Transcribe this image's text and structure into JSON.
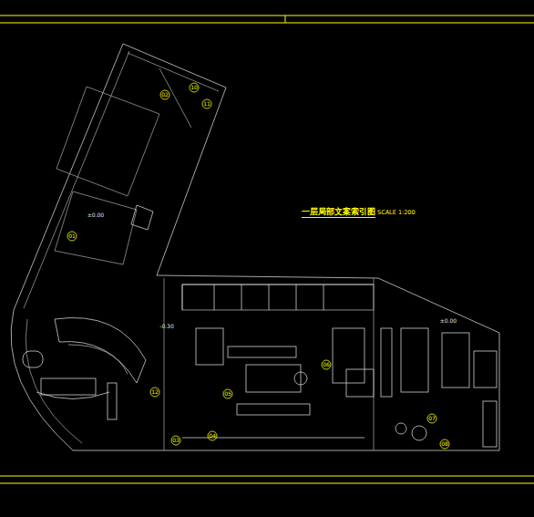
{
  "diagram": {
    "title": "一层局部文案索引图",
    "labels": [
      "SCALE 1:200",
      "02",
      "10",
      "11",
      "01",
      "12",
      "06",
      "05",
      "03",
      "04",
      "07",
      "08",
      "±0.00",
      "-0.30",
      "±0.00"
    ]
  }
}
